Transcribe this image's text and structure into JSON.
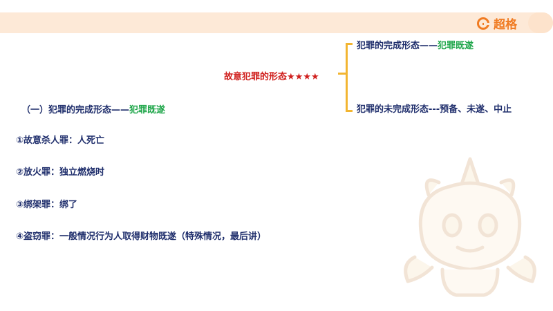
{
  "brand": {
    "name": "超格",
    "accent": "#f07b22",
    "bar_color": "#fde9d7",
    "logo_icon": "g-ring-icon"
  },
  "diagram": {
    "title_text": "故意犯罪的形态",
    "title_stars": "★★★★",
    "branches": [
      {
        "prefix": "犯罪的完成形态——",
        "highlight": "犯罪既遂"
      },
      {
        "prefix": "犯罪的未完成形态---预备、未遂、中止",
        "highlight": ""
      }
    ],
    "bracket_color": "#f2b531"
  },
  "section": {
    "prefix": "（一）犯罪的完成形态——",
    "highlight": "犯罪既遂"
  },
  "items": [
    "①故意杀人罪：人死亡",
    "②放火罪：独立燃烧时",
    "③绑架罪：绑了",
    "④盗窃罪：一般情况行为人取得财物既遂（特殊情况，最后讲）"
  ],
  "colors": {
    "navy": "#1f2e6c",
    "green": "#1fa64a",
    "red": "#d0201e"
  },
  "decor": {
    "mascot_icon": "unicorn-mascot-watermark"
  }
}
